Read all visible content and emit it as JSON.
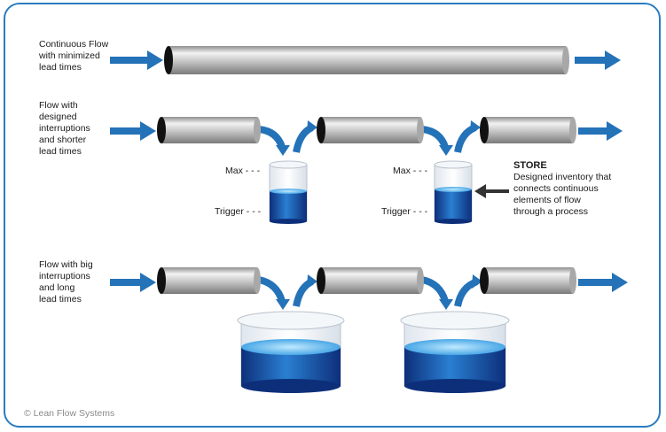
{
  "rows": [
    {
      "label_lines": [
        "Continuous Flow",
        "with minimized",
        "lead times"
      ]
    },
    {
      "label_lines": [
        "Flow with",
        "designed",
        "interruptions",
        "and shorter",
        "lead times"
      ]
    },
    {
      "label_lines": [
        "Flow with big",
        "interruptions",
        "and long",
        "lead times"
      ]
    }
  ],
  "levels": {
    "max": "Max - - -",
    "trigger": "Trigger - - -"
  },
  "store": {
    "title": "STORE",
    "desc_lines": [
      "Designed inventory that",
      "connects continuous",
      "elements of flow",
      "through a process"
    ]
  },
  "copyright": "© Lean Flow Systems",
  "colors": {
    "frame": "#2b7cc0",
    "arrow": "#2472b8",
    "water": "#1e5fb0",
    "pipe": "#b9b9b9"
  }
}
